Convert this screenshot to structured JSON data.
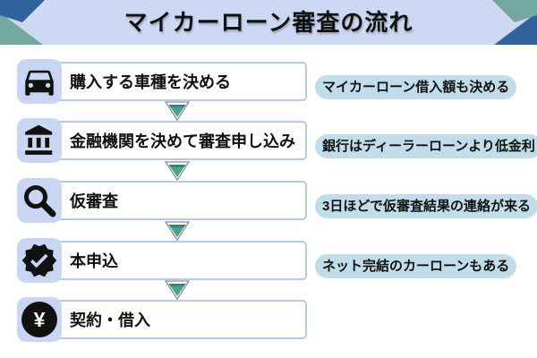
{
  "header": {
    "title": "マイカーローン審査の流れ"
  },
  "steps": [
    {
      "icon": "car-icon",
      "label": "購入する車種を決める",
      "note": "マイカーローン借入額も決める"
    },
    {
      "icon": "bank-icon",
      "label": "金融機関を決めて審査申し込み",
      "note": "銀行はディーラーローンより低金利"
    },
    {
      "icon": "magnifier-icon",
      "label": "仮審査",
      "note": "3日ほどで仮審査結果の連絡が来る"
    },
    {
      "icon": "badge-check-icon",
      "label": "本申込",
      "note": "ネット完結のカーローンもある"
    },
    {
      "icon": "yen-icon",
      "label": "契約・借入",
      "note": ""
    }
  ],
  "icons": {
    "yen_glyph": "¥"
  },
  "colors": {
    "banner-bg": "#cdd9f4",
    "corner-blue": "#31639c",
    "corner-teal": "#74a79f",
    "iconbox-bg": "#c9d6f3",
    "box-border": "#b9c9ec",
    "note-bg": "#c0dde9",
    "arrow-fill": "#48a294",
    "arrow-dark": "#2f8274",
    "text": "#141414"
  }
}
